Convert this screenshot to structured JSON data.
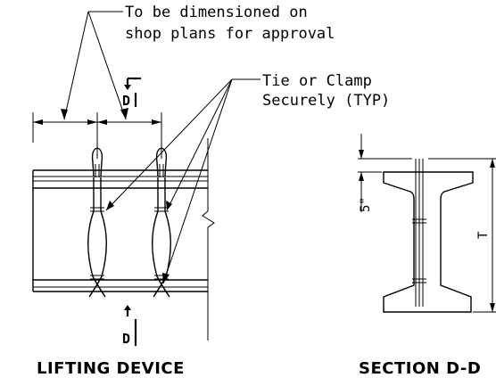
{
  "notes": {
    "dimension_note_line1": "To be dimensioned on",
    "dimension_note_line2": "shop plans for approval",
    "tie_note_line1": "Tie or Clamp",
    "tie_note_line2": "Securely (TYP)"
  },
  "section_marks": {
    "top": "D",
    "bottom": "D"
  },
  "dimensions": {
    "flange": "5\"",
    "height": "T"
  },
  "captions": {
    "left": "LIFTING DEVICE",
    "right": "SECTION D-D"
  }
}
